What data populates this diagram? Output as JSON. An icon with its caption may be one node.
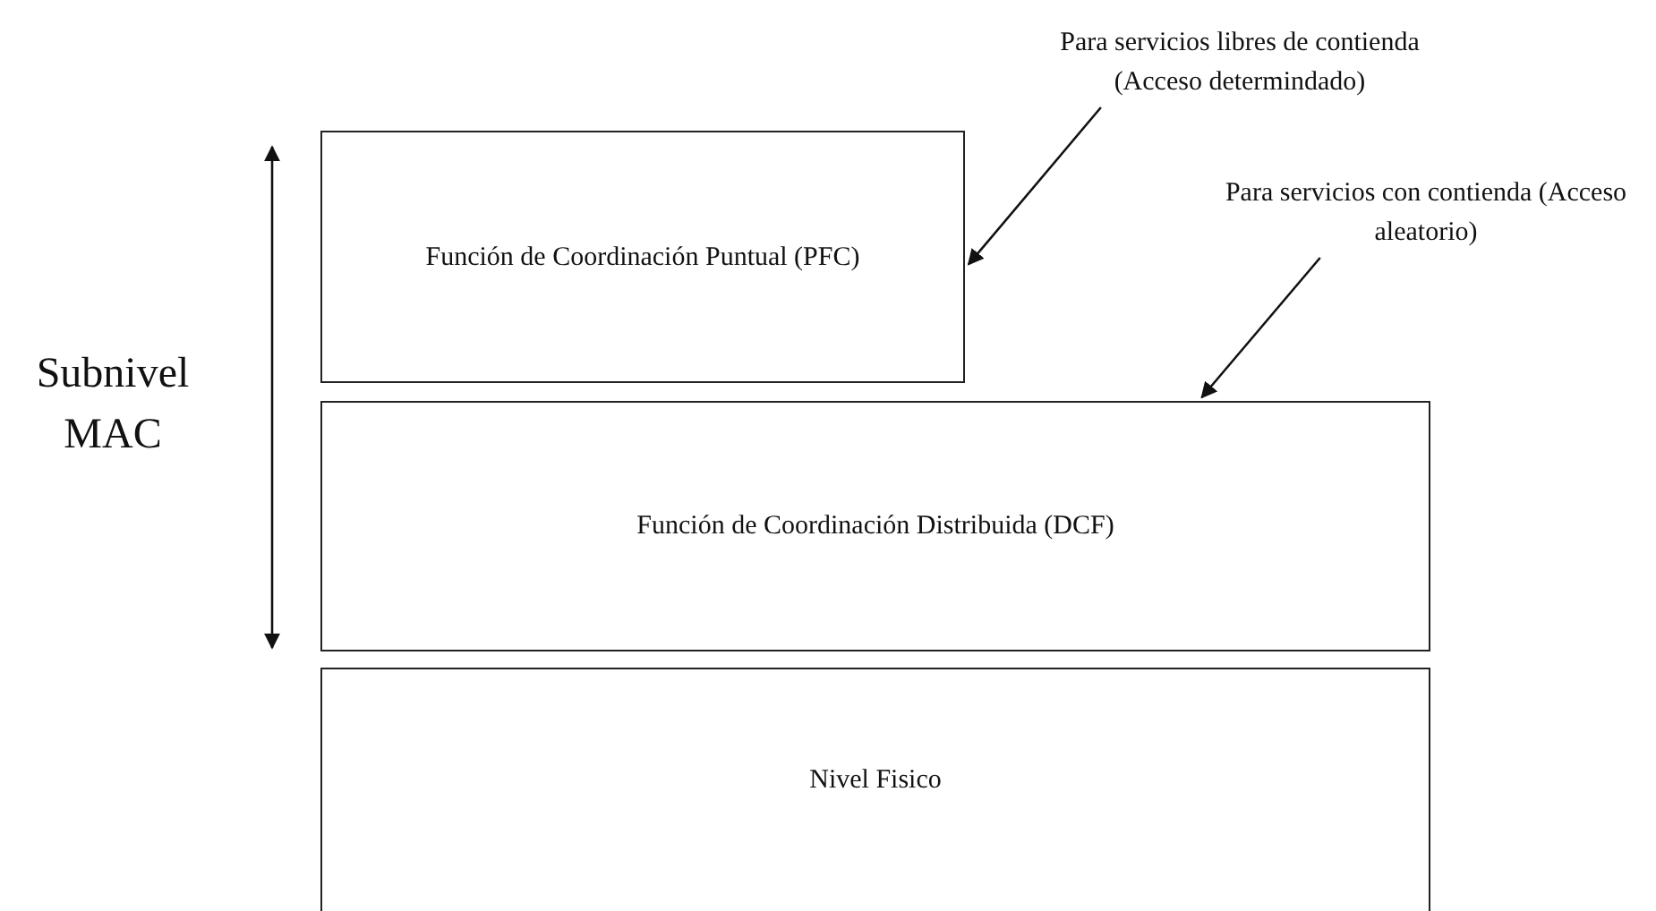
{
  "diagram": {
    "nodes": [
      {
        "text": [
          "Para servicios libres de contienda (Acceso determindado)"
        ]
      },
      {
        "text": [
          "Función de Coordinación Puntual (PFC)"
        ]
      },
      {
        "text": [
          "Para servicios con contienda (Acceso aleatorio)"
        ]
      },
      {
        "text": [
          "Función de Coordinación Distribuida (DCF)"
        ]
      },
      {
        "text": [
          "Nivel Fisico"
        ]
      }
    ],
    "edges": [
      {
        "from": 0,
        "to": 1,
        "arrow": "to"
      },
      {
        "from": 2,
        "to": 3,
        "arrow": "to"
      }
    ],
    "labels": [
      "Subnivel MAC"
    ]
  }
}
